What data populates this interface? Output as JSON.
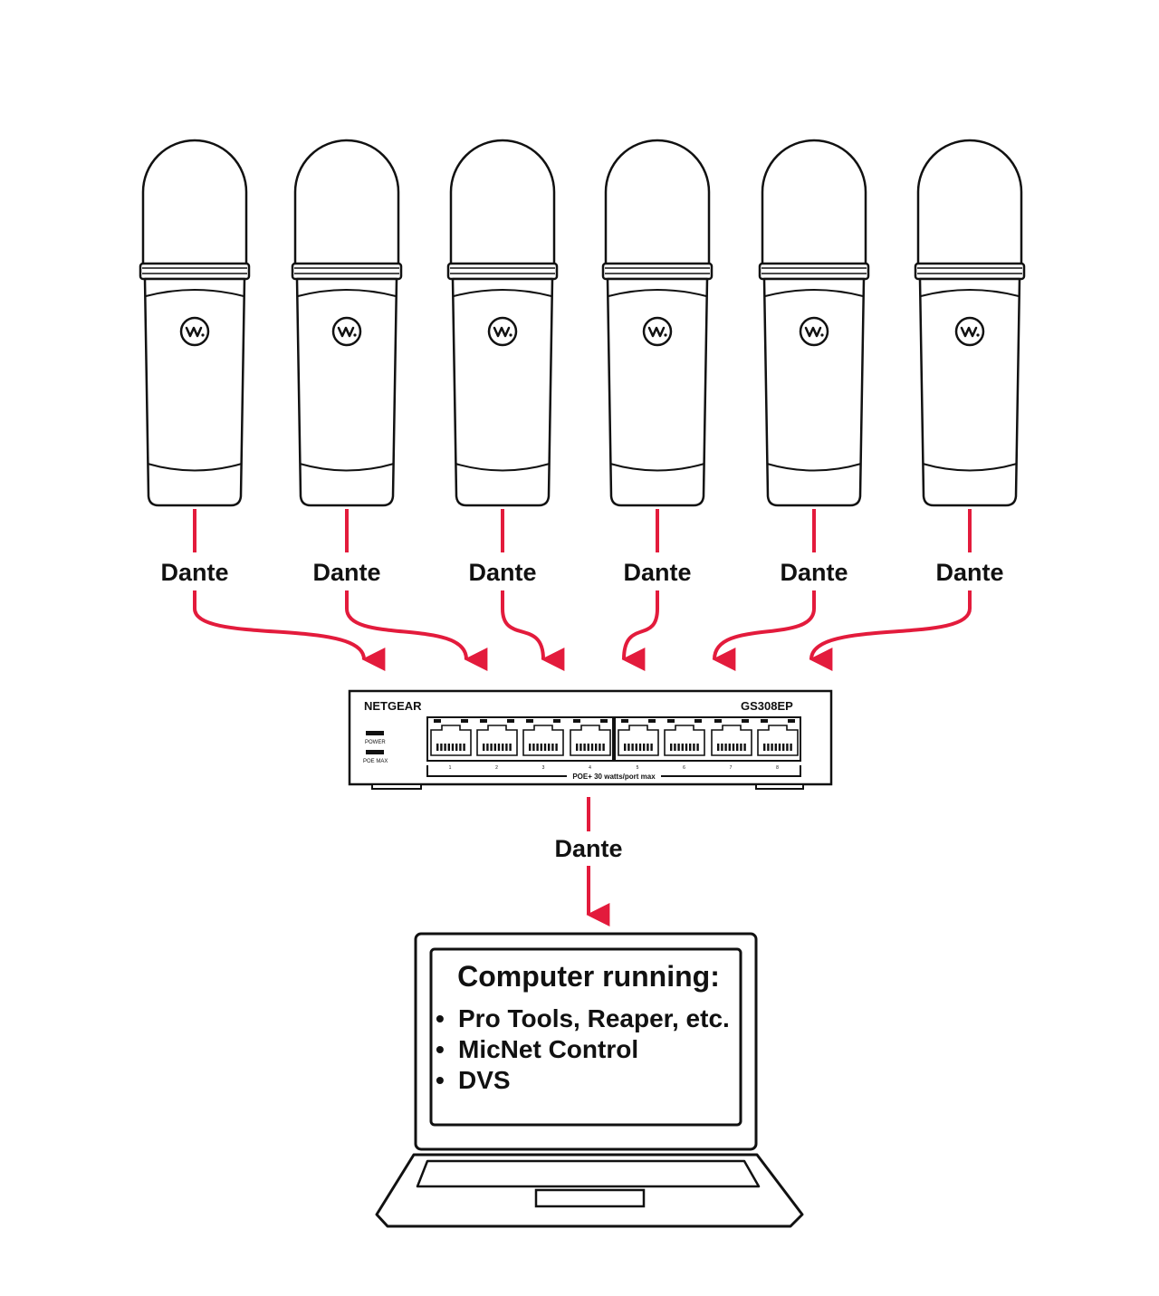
{
  "colors": {
    "link": "#e31b3c",
    "outline": "#111111",
    "background": "#ffffff"
  },
  "icons": {
    "microphone": "microphone-icon",
    "mic_logo": "wave-logo-icon",
    "switch": "network-switch-icon",
    "laptop": "laptop-icon"
  },
  "microphones": [
    {
      "link_label": "Dante"
    },
    {
      "link_label": "Dante"
    },
    {
      "link_label": "Dante"
    },
    {
      "link_label": "Dante"
    },
    {
      "link_label": "Dante"
    },
    {
      "link_label": "Dante"
    }
  ],
  "switch": {
    "brand": "NETGEAR",
    "model": "GS308EP",
    "led_power": "POWER",
    "led_poe": "POE MAX",
    "poe_label": "POE+ 30 watts/port max",
    "ports": [
      "1",
      "2",
      "3",
      "4",
      "5",
      "6",
      "7",
      "8"
    ]
  },
  "uplink": {
    "link_label": "Dante"
  },
  "computer": {
    "title": "Computer running:",
    "items": [
      "Pro Tools, Reaper, etc.",
      "MicNet Control",
      "DVS"
    ],
    "bullet": "•"
  }
}
